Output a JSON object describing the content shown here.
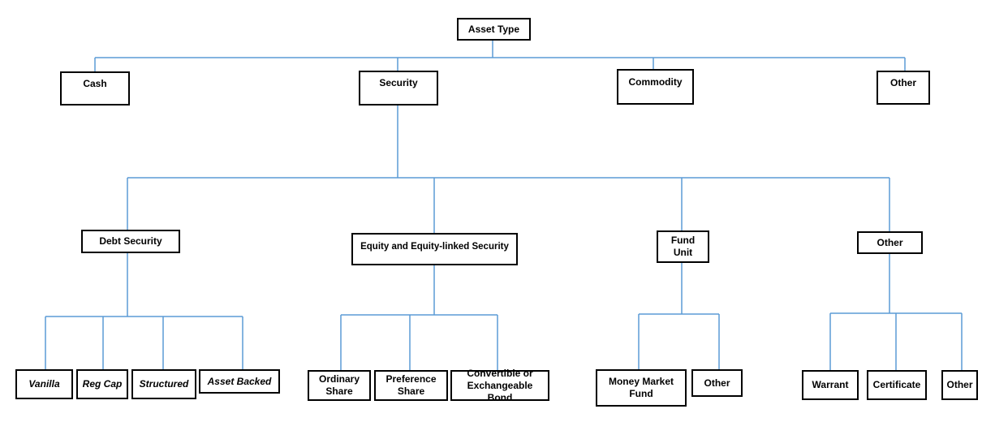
{
  "diagram": {
    "type": "org-chart-hierarchy",
    "connector_color": "#5B9BD5",
    "box_border_color": "#000000",
    "text_color": "#000000",
    "tree": {
      "label": "Asset Type",
      "children": [
        {
          "label": "Cash",
          "children": []
        },
        {
          "label": "Security",
          "children": [
            {
              "label": "Debt Security",
              "children": [
                {
                  "label": "Vanilla",
                  "emphasis": "italic"
                },
                {
                  "label": "Reg Cap",
                  "emphasis": "italic"
                },
                {
                  "label": "Structured",
                  "emphasis": "italic"
                },
                {
                  "label": "Asset Backed",
                  "emphasis": "italic"
                }
              ]
            },
            {
              "label": "Equity and Equity-linked Security",
              "children": [
                {
                  "label": "Ordinary Share"
                },
                {
                  "label": "Preference Share"
                },
                {
                  "label": "Convertible or Exchangeable Bond"
                }
              ]
            },
            {
              "label": "Fund Unit",
              "children": [
                {
                  "label": "Money Market Fund"
                },
                {
                  "label": "Other"
                }
              ]
            },
            {
              "label": "Other",
              "children": [
                {
                  "label": "Warrant"
                },
                {
                  "label": "Certificate"
                },
                {
                  "label": "Other"
                }
              ]
            }
          ]
        },
        {
          "label": "Commodity",
          "children": []
        },
        {
          "label": "Other",
          "children": []
        }
      ]
    }
  }
}
